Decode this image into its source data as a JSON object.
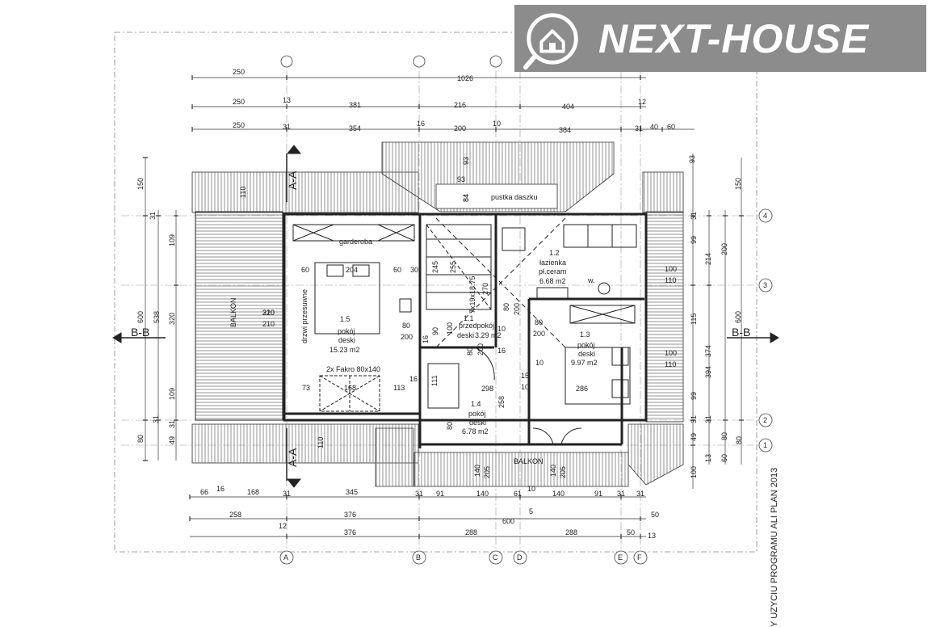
{
  "brand": {
    "name": "NEXT-HOUSE"
  },
  "side_note": "Y UZYCIU PROGRAMU ALI PLAN 2013",
  "section_marks": {
    "aa_top": "A-A",
    "aa_bottom": "A-A",
    "bb_left": "B-B",
    "bb_right": "B-B"
  },
  "axes_bottom": [
    "A",
    "B",
    "C",
    "D",
    "E",
    "F"
  ],
  "axes_right": [
    "4",
    "3",
    "2",
    "1"
  ],
  "top_dims": {
    "row1": [
      "250",
      "1026"
    ],
    "row2": [
      "250",
      "13",
      "381",
      "216",
      "404",
      "12"
    ],
    "row3": [
      "250",
      "31",
      "354",
      "16",
      "200",
      "10",
      "384",
      "31",
      "40",
      "60"
    ]
  },
  "bottom_dims": {
    "row1": [
      "66",
      "16",
      "168",
      "31",
      "345",
      "31",
      "91",
      "140",
      "61",
      "10",
      "140",
      "91",
      "31",
      "31"
    ],
    "row2": [
      "258",
      "376",
      "600",
      "5",
      "50"
    ],
    "row3": [
      "12",
      "376",
      "288",
      "288",
      "50",
      "13"
    ]
  },
  "left_dims": [
    "150",
    "110",
    "31",
    "109",
    "600",
    "538",
    "320",
    "210",
    "109",
    "31",
    "80",
    "31",
    "49",
    "110"
  ],
  "right_dims": [
    "93",
    "84",
    "150",
    "31",
    "99",
    "214",
    "200",
    "100",
    "110",
    "600",
    "115",
    "374",
    "394",
    "100",
    "110",
    "99",
    "31",
    "49",
    "80",
    "13",
    "100",
    "60",
    "80",
    "31"
  ],
  "rooms": {
    "r15": {
      "num": "1.5",
      "name": "pokój",
      "floor": "deski",
      "area": "15.23 m2"
    },
    "r12": {
      "num": "1.2",
      "name": "łazienka",
      "floor": "pł.ceram",
      "area": "6.68 m2"
    },
    "r11": {
      "num": "1.1",
      "name": "przedpokój",
      "floor": "deski",
      "area": "3.29 m2"
    },
    "r13": {
      "num": "1.3",
      "name": "pokój",
      "floor": "deski",
      "area": "9.97 m2"
    },
    "r14": {
      "num": "1.4",
      "name": "pokój",
      "floor": "deski",
      "area": "6.78 m2"
    }
  },
  "labels": {
    "garderoba": "garderoba",
    "drzwi": "drzwi przesuwne",
    "balkon_left": "BALKON",
    "balkon_bottom": "BALKON",
    "pustka": "pustka daszku",
    "fakro": "2x Fakro 80x140",
    "stairs": "7x19x18.75",
    "w": "w."
  },
  "inner_dims": [
    "204",
    "60",
    "60",
    "30",
    "245",
    "255",
    "270",
    "80",
    "200",
    "16",
    "90",
    "100",
    "80",
    "200",
    "80",
    "200",
    "80",
    "200",
    "320",
    "210",
    "73",
    "168",
    "113",
    "16",
    "298",
    "286",
    "258",
    "10",
    "15",
    "10",
    "111",
    "80",
    "140",
    "205",
    "140",
    "205",
    "84",
    "93",
    "93",
    "16",
    "10"
  ]
}
